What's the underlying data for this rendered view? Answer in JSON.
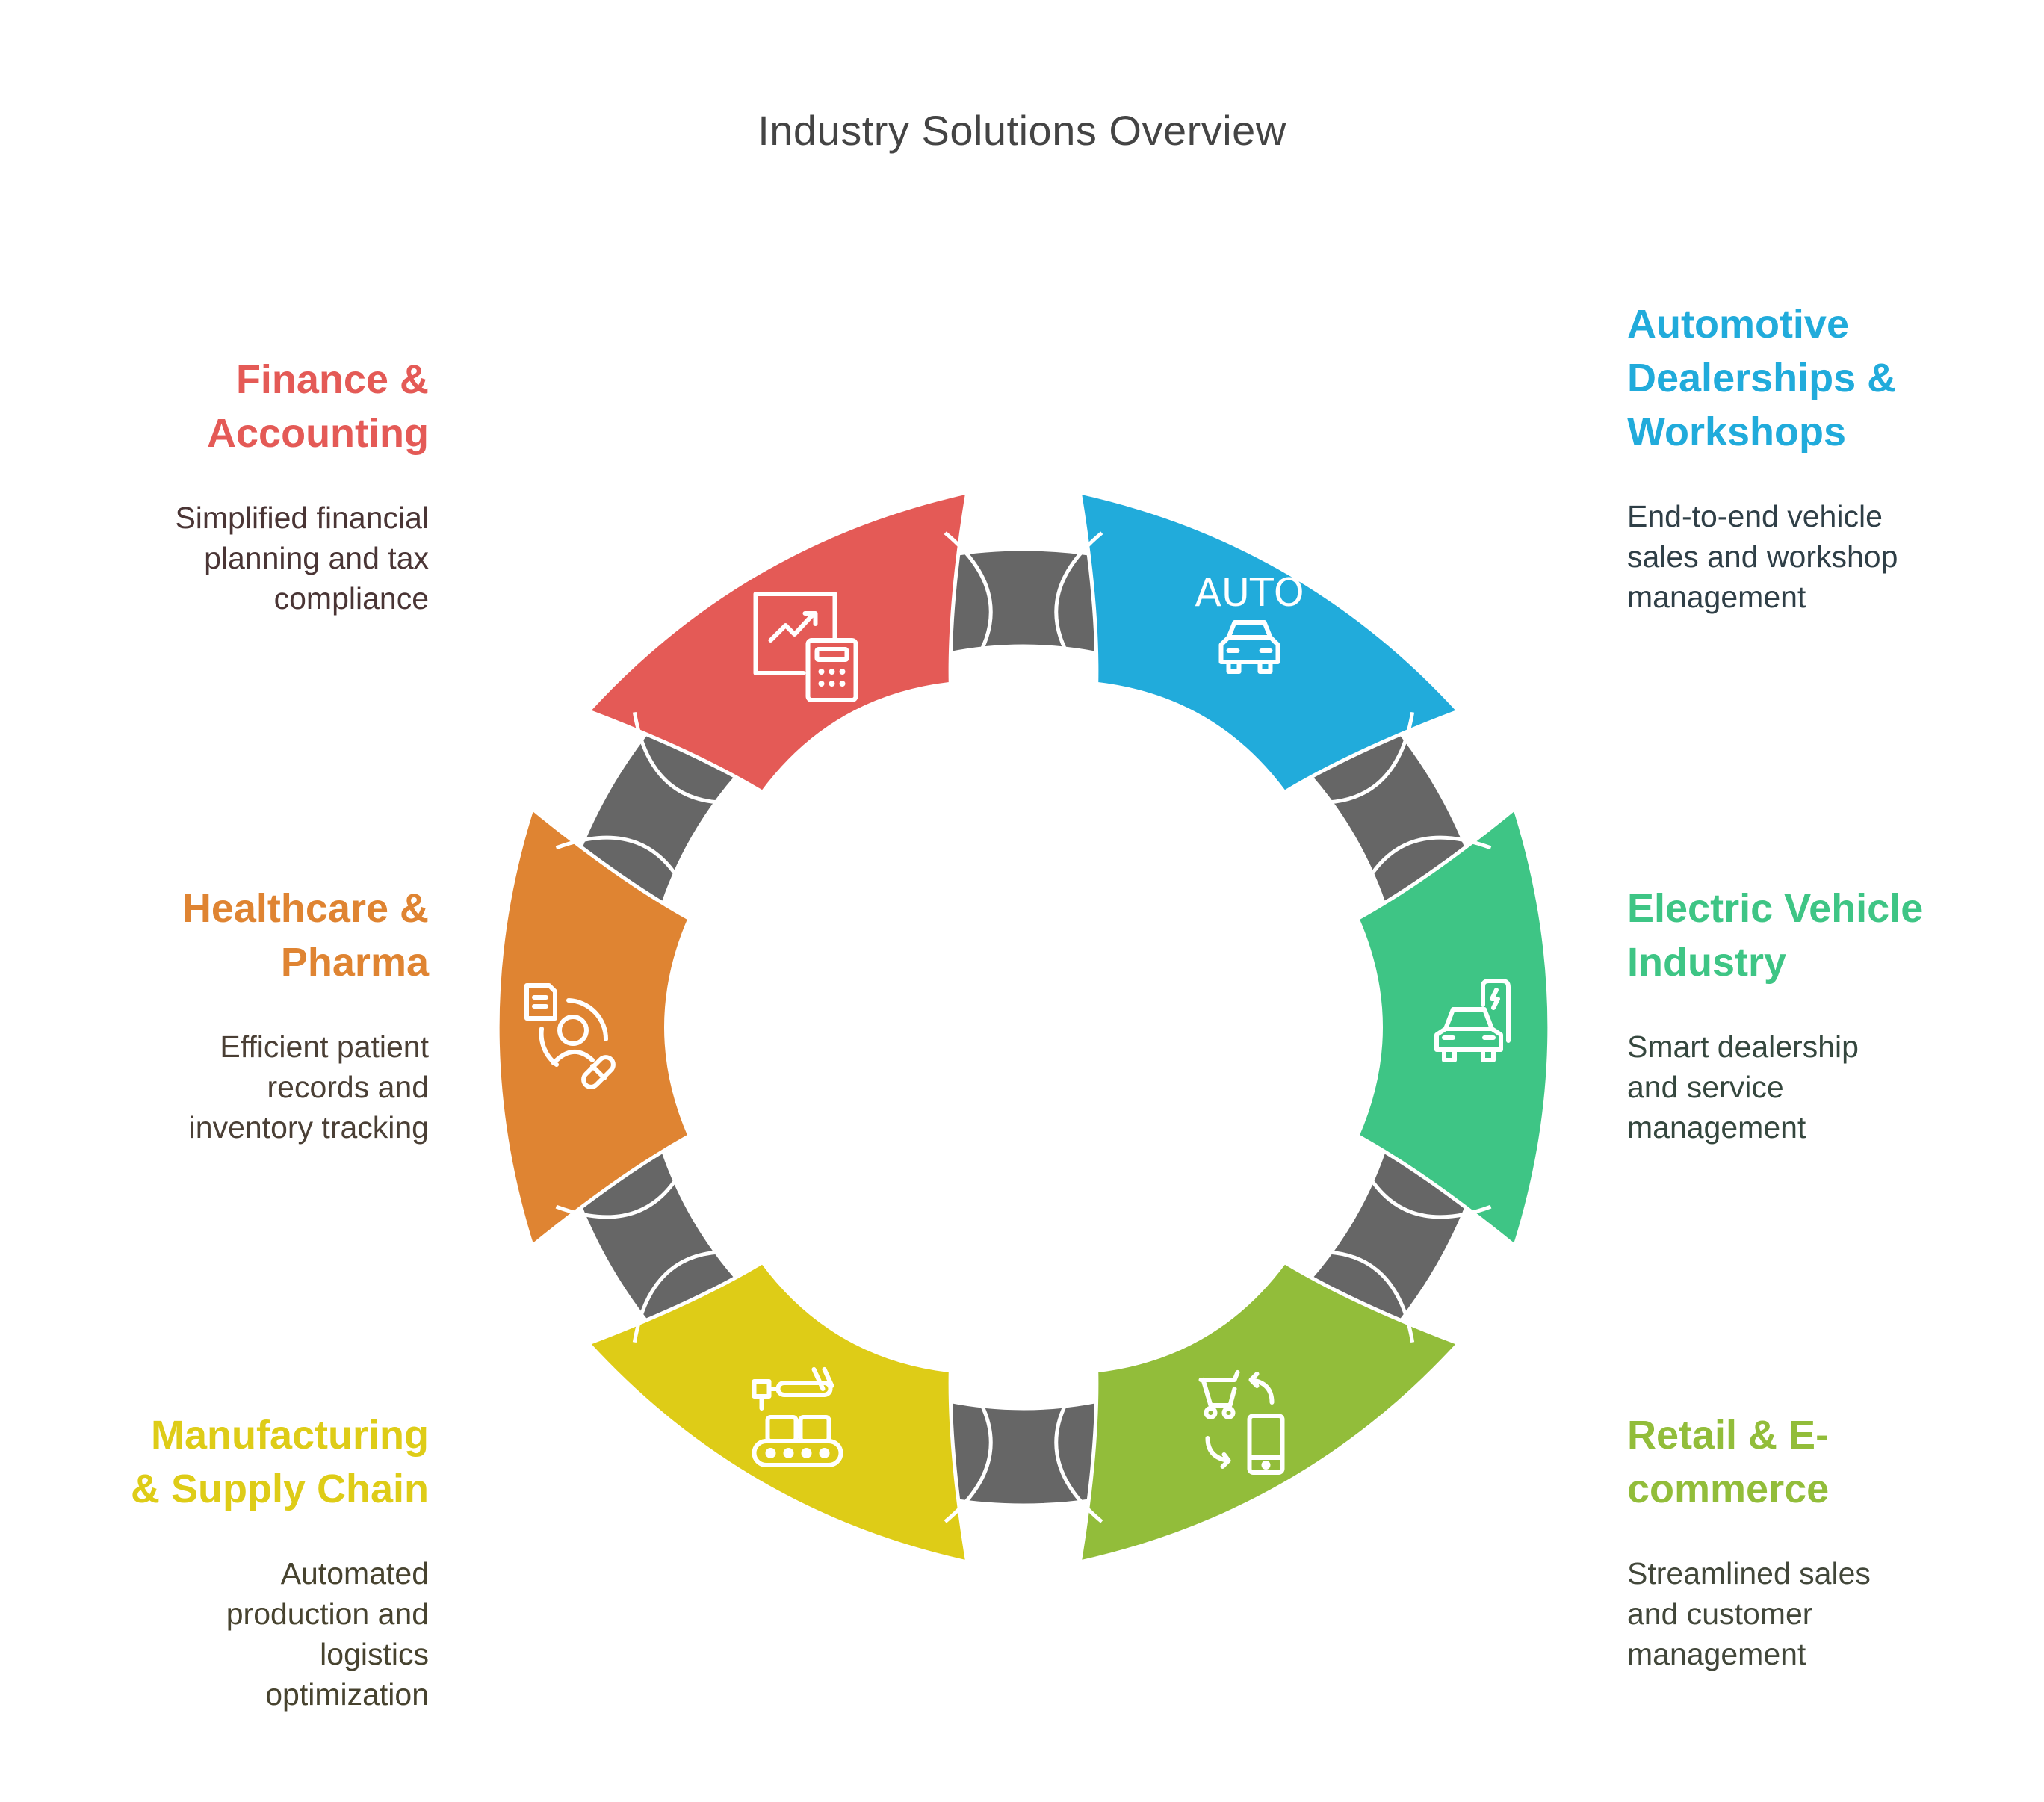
{
  "title": "Industry Solutions Overview",
  "ring_color": "#666666",
  "outline_color": "#ffffff",
  "segments": [
    {
      "id": "automotive",
      "title": "Automotive Dealerships & Workshops",
      "title_lines": [
        "Automotive",
        "Dealerships &",
        "Workshops"
      ],
      "description": "End-to-end vehicle sales and workshop management",
      "desc_lines": [
        "End-to-end vehicle",
        "sales and workshop",
        "management"
      ],
      "icon": "auto-car-icon",
      "icon_text": "AUTO",
      "color": "#21abdb",
      "desc_color": "#2f3f47",
      "side": "right"
    },
    {
      "id": "electric-vehicle",
      "title": "Electric Vehicle Industry",
      "title_lines": [
        "Electric Vehicle",
        "Industry"
      ],
      "description": "Smart dealership and service management",
      "desc_lines": [
        "Smart dealership",
        "and service",
        "management"
      ],
      "icon": "ev-charging-car-icon",
      "color": "#3ec585",
      "desc_color": "#35473e",
      "side": "right"
    },
    {
      "id": "retail",
      "title": "Retail & E-commerce",
      "title_lines": [
        "Retail & E-",
        "commerce"
      ],
      "description": "Streamlined sales and customer management",
      "desc_lines": [
        "Streamlined sales",
        "and customer",
        "management"
      ],
      "icon": "cart-mobile-exchange-icon",
      "color": "#92bd3a",
      "desc_color": "#42473a",
      "side": "right"
    },
    {
      "id": "manufacturing",
      "title": "Manufacturing & Supply Chain",
      "title_lines": [
        "Manufacturing",
        "& Supply Chain"
      ],
      "description": "Automated production and logistics optimization",
      "desc_lines": [
        "Automated",
        "production and",
        "logistics",
        "optimization"
      ],
      "icon": "conveyor-robot-arm-icon",
      "color": "#decc17",
      "desc_color": "#47432f",
      "side": "left"
    },
    {
      "id": "healthcare",
      "title": "Healthcare & Pharma",
      "title_lines": [
        "Healthcare &",
        "Pharma"
      ],
      "description": "Efficient patient records and inventory tracking",
      "desc_lines": [
        "Efficient patient",
        "records and",
        "inventory tracking"
      ],
      "icon": "patient-record-pill-icon",
      "color": "#df8432",
      "desc_color": "#4a3f35",
      "side": "left"
    },
    {
      "id": "finance",
      "title": "Finance & Accounting",
      "title_lines": [
        "Finance &",
        "Accounting"
      ],
      "description": "Simplified financial planning and tax compliance",
      "desc_lines": [
        "Simplified financial",
        "planning and tax",
        "compliance"
      ],
      "icon": "chart-calculator-icon",
      "color": "#e45a56",
      "desc_color": "#4a3535",
      "side": "left"
    }
  ]
}
